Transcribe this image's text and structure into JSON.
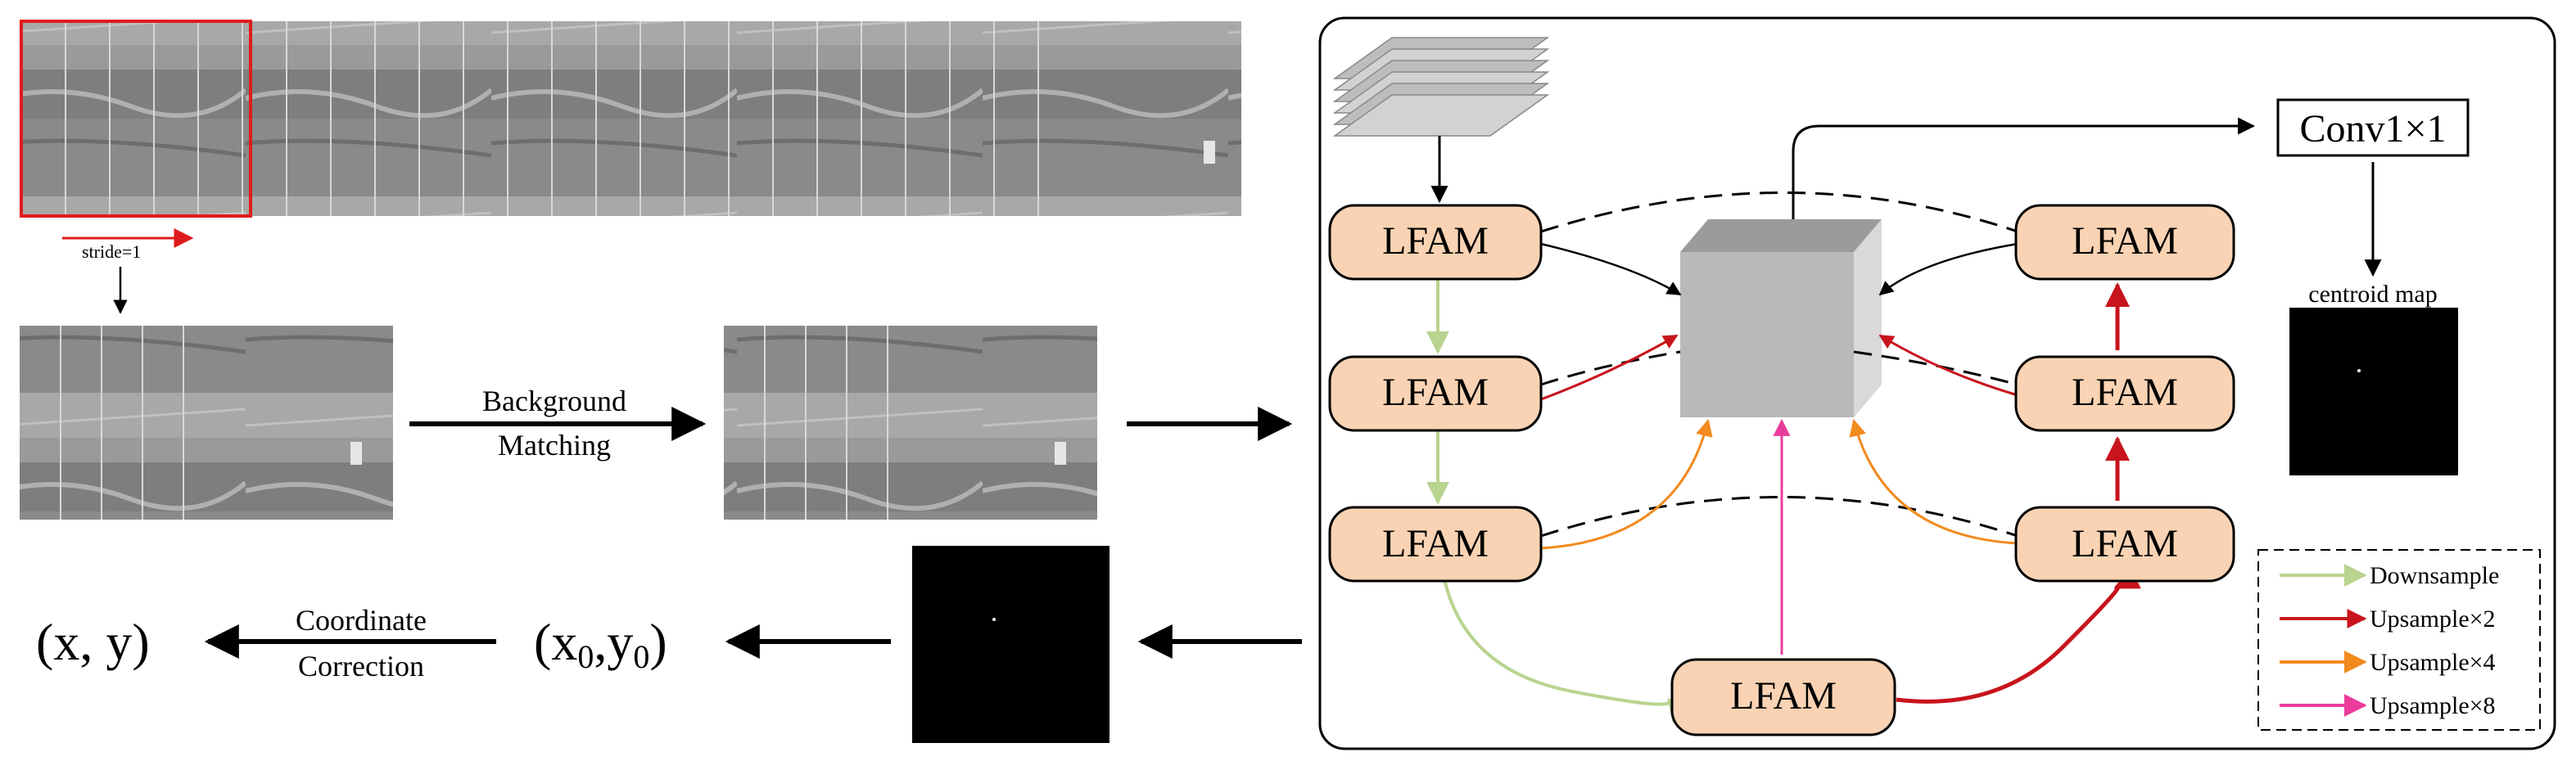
{
  "sequence": {
    "stride_label": "stride=1"
  },
  "matching": {
    "label_line1": "Background",
    "label_line2": "Matching"
  },
  "output": {
    "coordinate_label_line1": "Coordinate",
    "coordinate_label_line2": "Correction",
    "raw_coord": "(x",
    "raw_coord_sub0": "0",
    "raw_coord_mid": ",y",
    "raw_coord_sub1": "0",
    "raw_coord_end": ")",
    "final_coord": "(x, y)"
  },
  "network": {
    "module_label": "LFAM",
    "conv_label": "Conv1×1",
    "centroid_label": "centroid map"
  },
  "legend": {
    "items": [
      {
        "label": "Downsample",
        "color": "#b8d48f"
      },
      {
        "label": "Upsample×2",
        "color": "#c8141c"
      },
      {
        "label": "Upsample×4",
        "color": "#f28a1e"
      },
      {
        "label": "Upsample×8",
        "color": "#ea3d9b"
      }
    ]
  },
  "colors": {
    "module_fill": "#f9d3b3",
    "cube_front": "#b9b9b9",
    "cube_top": "#9b9b9b",
    "cube_side": "#d9d9d9",
    "stride_red": "#e01b1b"
  }
}
